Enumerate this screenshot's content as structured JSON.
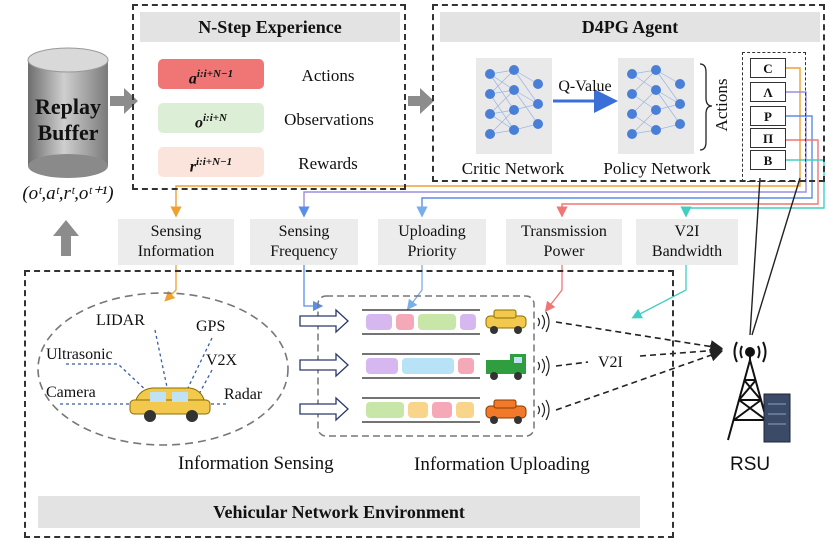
{
  "replay_buffer": {
    "title_line1": "Replay",
    "title_line2": "Buffer",
    "tuple": "(oᵗ,aᵗ,rᵗ,oᵗ⁺¹)"
  },
  "nstep": {
    "title": "N-Step Experience",
    "rows": [
      {
        "symbol": "a",
        "superscript": "i:i+N−1",
        "label": "Actions",
        "color": "#f07575"
      },
      {
        "symbol": "o",
        "superscript": "i:i+N",
        "label": "Observations",
        "color": "#dcefd6"
      },
      {
        "symbol": "r",
        "superscript": "i:i+N−1",
        "label": "Rewards",
        "color": "#fbe4dc"
      }
    ]
  },
  "agent": {
    "title": "D4PG Agent",
    "critic_label": "Critic Network",
    "policy_label": "Policy Network",
    "qvalue_label": "Q-Value",
    "actions_label": "Actions",
    "action_items": [
      "C",
      "Λ",
      "P",
      "Π",
      "B"
    ],
    "action_colors": [
      "#f0a030",
      "#9a8ee0",
      "#5b8ee6",
      "#f07575",
      "#40cfc0"
    ]
  },
  "params": [
    {
      "line1": "Sensing",
      "line2": "Information"
    },
    {
      "line1": "Sensing",
      "line2": "Frequency"
    },
    {
      "line1": "Uploading",
      "line2": "Priority"
    },
    {
      "line1": "Transmission",
      "line2": "Power"
    },
    {
      "line1": "V2I",
      "line2": "Bandwidth"
    }
  ],
  "sensors": [
    "LIDAR",
    "GPS",
    "Ultrasonic",
    "V2X",
    "Camera",
    "Radar"
  ],
  "captions": {
    "sensing": "Information Sensing",
    "uploading": "Information Uploading",
    "rsu": "RSU",
    "v2i": "V2I"
  },
  "environment_title": "Vehicular Network Environment"
}
